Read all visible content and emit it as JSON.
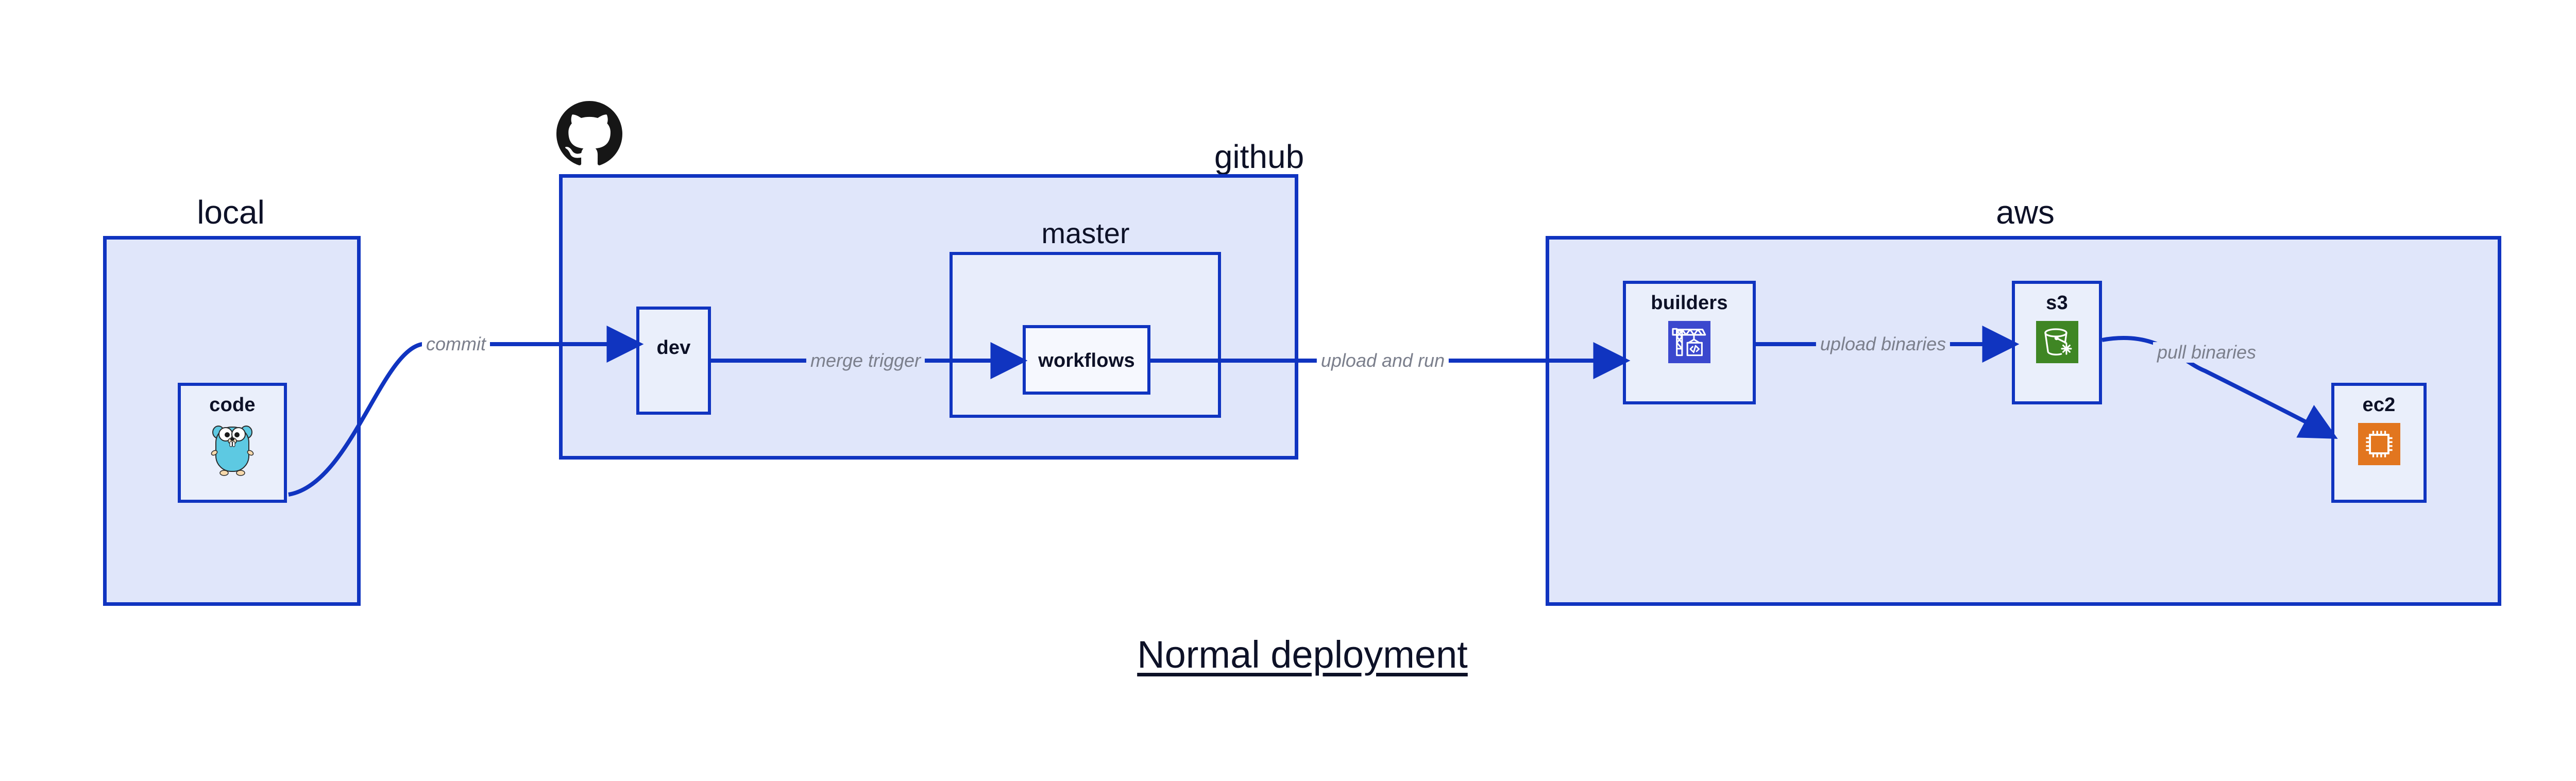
{
  "diagram": {
    "title": "Normal deployment",
    "accent_border": "#1034c0",
    "group_fill": "#e0e6fa",
    "subgroup_fill": "#e8edfb",
    "node_fill": "#eaeffb",
    "node_fill_white": "#f6f8fe",
    "edge_label_color": "#7b7f8c",
    "text_color": "#0d1127"
  },
  "groups": {
    "local": {
      "label": "local"
    },
    "github": {
      "label": "github",
      "logo_icon": "github-octocat-icon"
    },
    "aws": {
      "label": "aws"
    },
    "master": {
      "label": "master"
    }
  },
  "nodes": {
    "code": {
      "label": "code",
      "icon": "go-gopher-icon"
    },
    "dev": {
      "label": "dev",
      "icon": ""
    },
    "workflows": {
      "label": "workflows",
      "icon": ""
    },
    "builders": {
      "label": "builders",
      "icon": "aws-codebuild-crane-icon",
      "icon_color": "#3b48ce"
    },
    "s3": {
      "label": "s3",
      "icon": "aws-s3-bucket-icon",
      "icon_color": "#3f8624"
    },
    "ec2": {
      "label": "ec2",
      "icon": "aws-ec2-chip-icon",
      "icon_color": "#e2761f"
    }
  },
  "edges": [
    {
      "id": "commit",
      "label": "commit",
      "from": "code",
      "to": "dev"
    },
    {
      "id": "merge-trigger",
      "label": "merge trigger",
      "from": "dev",
      "to": "workflows"
    },
    {
      "id": "upload-and-run",
      "label": "upload and run",
      "from": "workflows",
      "to": "builders"
    },
    {
      "id": "upload-binaries",
      "label": "upload binaries",
      "from": "builders",
      "to": "s3"
    },
    {
      "id": "pull-binaries",
      "label": "pull binaries",
      "from": "s3",
      "to": "ec2"
    }
  ]
}
